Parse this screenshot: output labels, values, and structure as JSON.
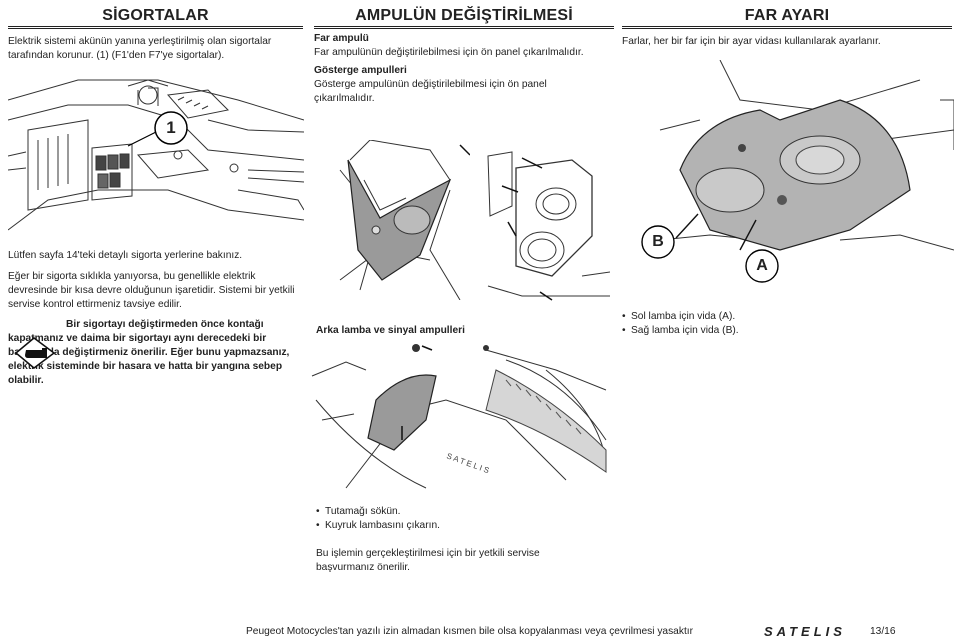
{
  "fuses": {
    "title": "SİGORTALAR",
    "intro": "Elektrik sistemi akünün yanına yerleştirilmiş olan sigortalar tarafından korunur. (1) (F1'den F7'ye sigortalar).",
    "callout": "1",
    "ref": "Lütfen sayfa 14'teki detaylı sigorta yerlerine bakınız.",
    "short_circuit": "Eğer bir sigorta sıklıkla yanıyorsa, bu genellikle elektrik devresinde bir kısa devre olduğunun işaretidir.  Sistemi bir yetkili servise kontrol ettirmeniz tavsiye edilir.",
    "warning": "Bir sigortayı değiştirmeden önce kontağı kapatmanız ve daima bir sigortayı aynı derecedeki bir başkasıyla değiştirmeniz önerilir. Eğer bunu yapmazsanız, elektrik sisteminde bir hasara ve hatta bir yangına sebep olabilir."
  },
  "bulbs": {
    "title": "AMPULÜN DEĞİŞTİRİLMESİ",
    "headlight_heading": "Far ampulü",
    "headlight_text": "Far ampulünün değiştirilebilmesi için ön panel çıkarılmalıdır.",
    "indicator_heading": "Gösterge ampulleri",
    "indicator_text": "Gösterge ampulünün değiştirilebilmesi için ön panel çıkarılmalıdır.",
    "rear_heading": "Arka lamba ve sinyal ampulleri",
    "steps": [
      "Tutamağı sökün.",
      "Kuyruk lambasını çıkarın."
    ],
    "service_note": "Bu işlemin gerçekleştirilmesi için bir yetkili servise başvurmanız önerilir."
  },
  "headlight_adjust": {
    "title": "FAR AYARI",
    "text": "Farlar, her bir far için bir ayar vidası kullanılarak ayarlanır.",
    "label_b": "B",
    "label_a": "A",
    "items": [
      "Sol lamba için vida (A).",
      "Sağ lamba için vida (B)."
    ]
  },
  "footer": {
    "copyright": "Peugeot Motocycles'tan yazılı izin almadan kısmen bile olsa kopyalanması veya çevrilmesi yasaktır",
    "brand": "SATELIS",
    "page": "13/16"
  }
}
